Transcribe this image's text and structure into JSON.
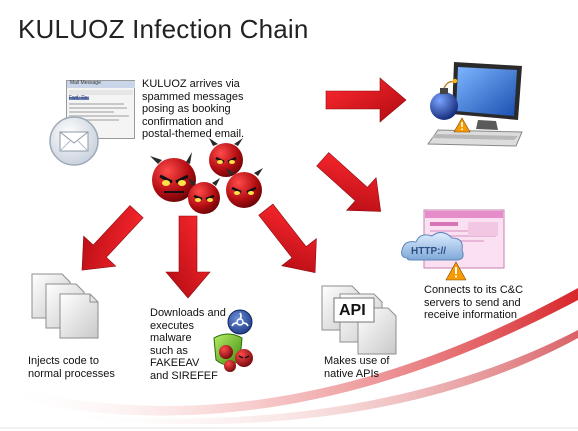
{
  "title": "KULUOZ Infection Chain",
  "arrival_text": [
    "KULUOZ arrives via",
    "spammed messages",
    "posing as booking",
    "confirmation and",
    "postal-themed email."
  ],
  "inject_text": [
    "Injects code to",
    "normal processes"
  ],
  "download_text": [
    "Downloads and",
    "executes",
    "malware",
    "such as",
    "FAKEEAV",
    "and SIREFEF"
  ],
  "api_text": [
    "Makes use of",
    "native APIs"
  ],
  "cnc_text": [
    "Connects to its C&C",
    "servers to send and",
    "receive information"
  ],
  "api_label": "API",
  "http_label": "HTTP://",
  "email_window": {
    "title": "Mail Message",
    "sender_text": "Fwd: Re:"
  },
  "colors": {
    "arrow": "#d5121b",
    "accent": "#d7262b",
    "title": "#222222"
  }
}
